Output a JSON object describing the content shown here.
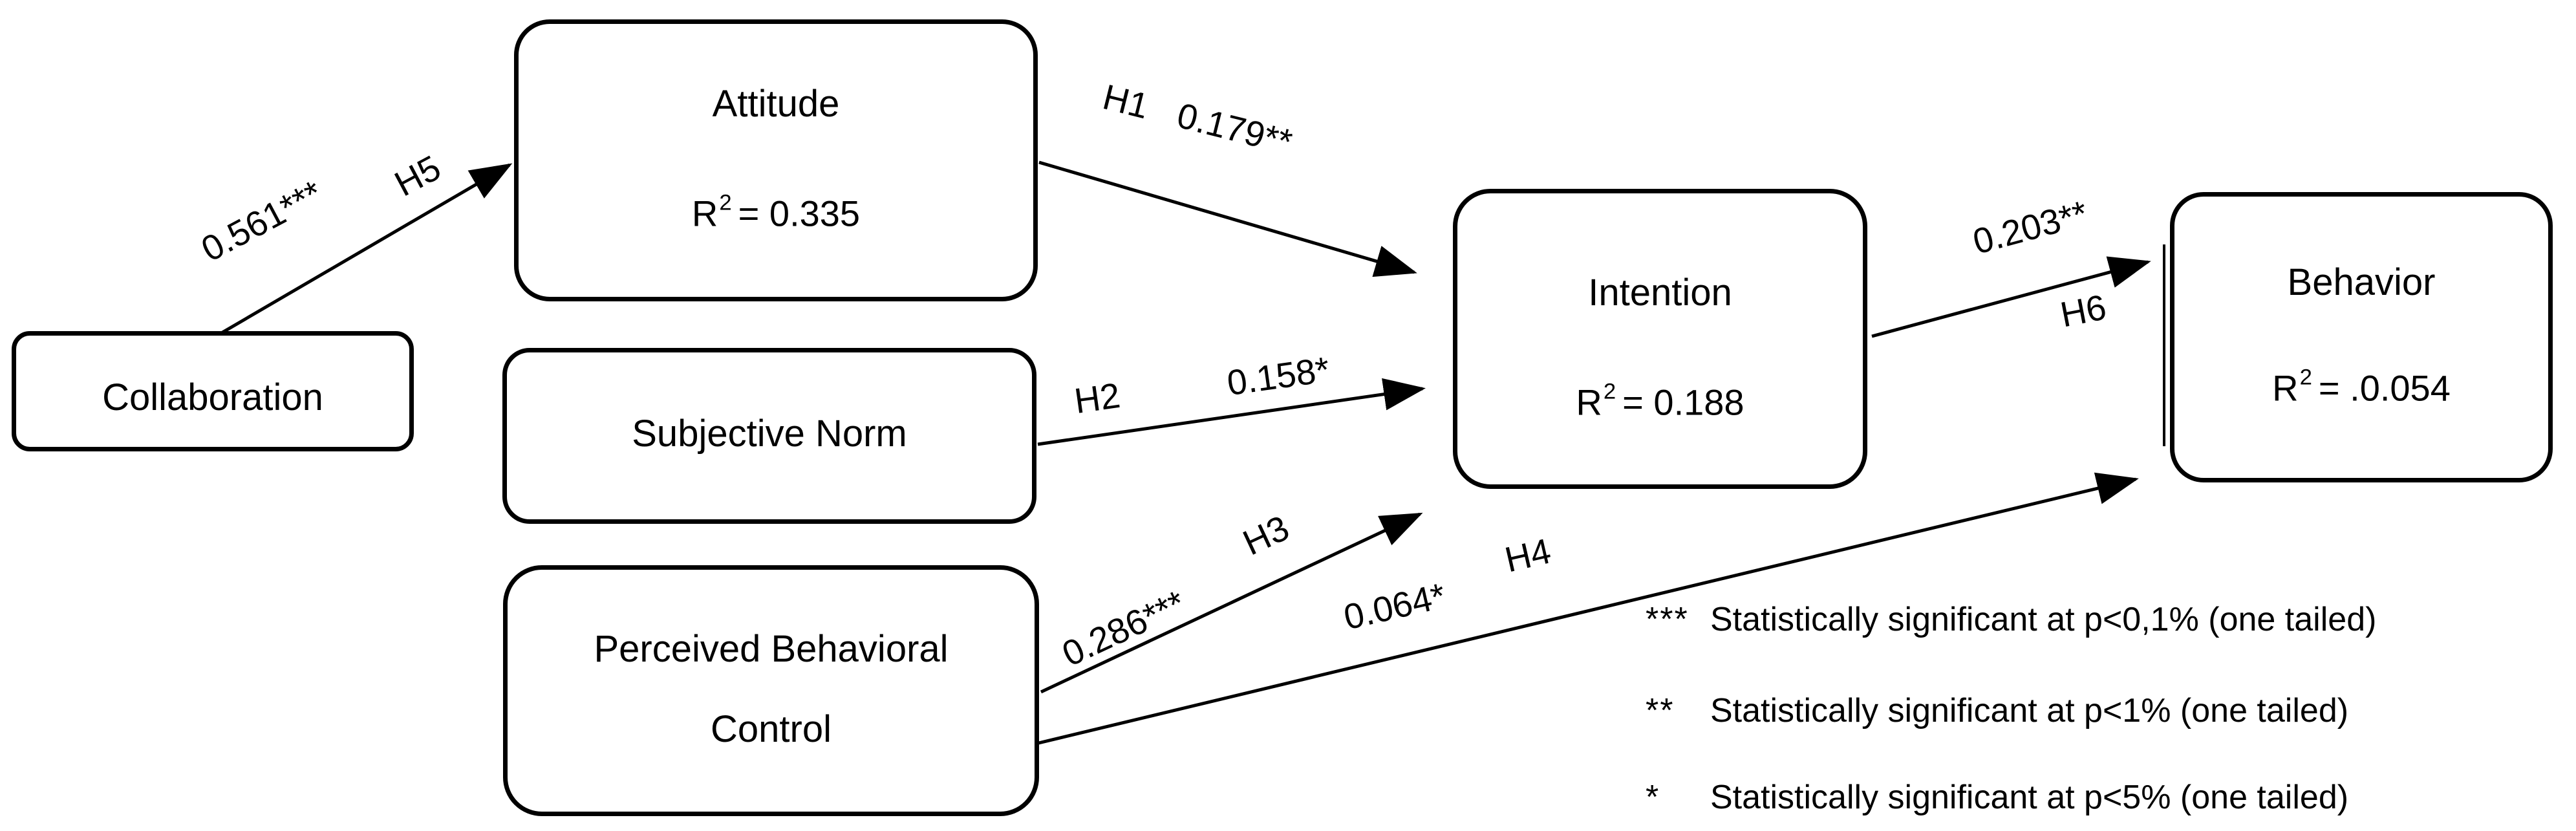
{
  "figure": {
    "background": "#ffffff",
    "ink": "#000000",
    "kind": "structural-path-diagram"
  },
  "nodes": {
    "collaboration": {
      "title": "Collaboration"
    },
    "attitude": {
      "title": "Attitude",
      "r2_base": "R",
      "r2_sup": "2",
      "r2_value": "= 0.335"
    },
    "subjective_norm": {
      "title": "Subjective Norm"
    },
    "perceived_behavioral_control": {
      "title_line1": "Perceived Behavioral",
      "title_line2": "Control"
    },
    "intention": {
      "title": "Intention",
      "r2_base": "R",
      "r2_sup": "2",
      "r2_value": "= 0.188"
    },
    "behavior": {
      "title": "Behavior",
      "r2_base": "R",
      "r2_sup": "2",
      "r2_value": "= .0.054"
    }
  },
  "paths": {
    "h1": {
      "hypothesis": "H1",
      "coefficient": "0.179**"
    },
    "h2": {
      "hypothesis": "H2",
      "coefficient": "0.158*"
    },
    "h3": {
      "hypothesis": "H3",
      "coefficient": "0.286***"
    },
    "h4": {
      "hypothesis": "H4",
      "coefficient": "0.064*"
    },
    "h5": {
      "hypothesis": "H5",
      "coefficient": "0.561***"
    },
    "h6": {
      "hypothesis": "H6",
      "coefficient": "0.203**"
    }
  },
  "legend": [
    {
      "stars": "***",
      "text": "Statistically significant at p<0,1% (one tailed)"
    },
    {
      "stars": "**",
      "text": "Statistically significant at p<1% (one tailed)"
    },
    {
      "stars": "*",
      "text": "Statistically significant at p<5% (one tailed)"
    }
  ]
}
